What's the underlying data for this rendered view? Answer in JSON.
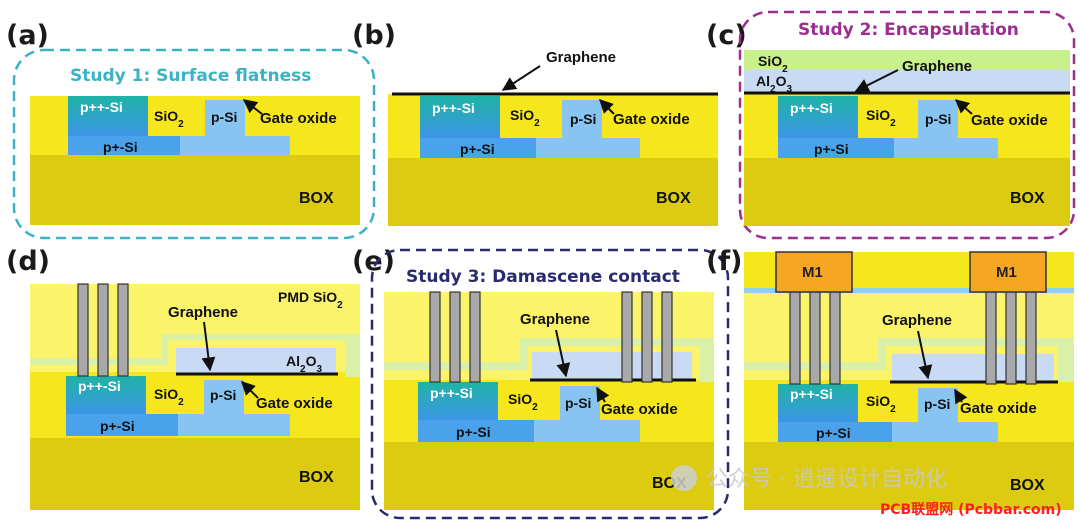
{
  "panels": {
    "a": {
      "letter": "(a)",
      "study": "Study 1: Surface flatness"
    },
    "b": {
      "letter": "(b)"
    },
    "c": {
      "letter": "(c)",
      "study": "Study 2: Encapsulation"
    },
    "d": {
      "letter": "(d)"
    },
    "e": {
      "letter": "(e)",
      "study": "Study 3: Damascene contact"
    },
    "f": {
      "letter": "(f)"
    }
  },
  "labels": {
    "ppp_si": "p++-Si",
    "sio2": "SiO",
    "sub2": "2",
    "p_si": "p-Si",
    "gate_oxide": "Gate oxide",
    "pp_si": "p+-Si",
    "box": "BOX",
    "graphene": "Graphene",
    "al2o3_al": "Al",
    "al2o3_o": "O",
    "al2o3_3": "3",
    "pmd": "PMD SiO",
    "m1": "M1"
  },
  "colors": {
    "yellow": "#f6e61c",
    "light_yellow": "#fbf36a",
    "box_yellow": "#dccb10",
    "blue": "#4aa2ea",
    "light_blue": "#87c4f2",
    "teal": "#1fb5a8",
    "sio2_green": "#c8f08c",
    "al2o3_blue": "#c9daf5",
    "pale_green": "#d9f0a8",
    "orange": "#f5a623",
    "study1": "#3bb3c3",
    "study2": "#9b2f8e",
    "study3": "#2a2a6e"
  },
  "watermark": {
    "text": "公众号 · 逍遥设计自动化",
    "site": "PCB联盟网 (Pcbbar.com)"
  }
}
